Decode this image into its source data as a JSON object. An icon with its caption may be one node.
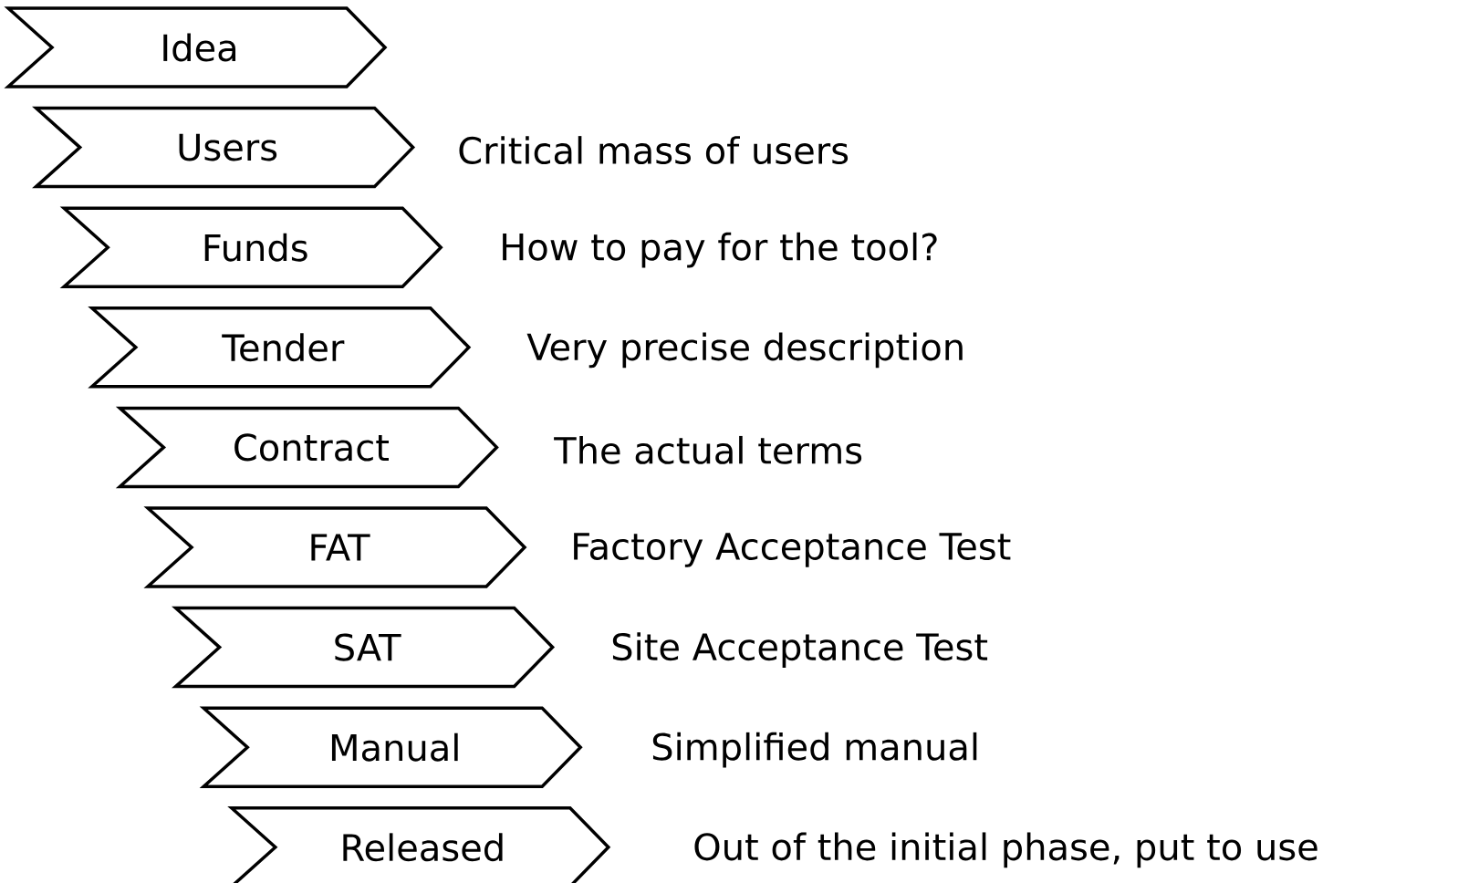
{
  "diagram": {
    "nodes": [
      {
        "text": [
          "Idea"
        ]
      },
      {
        "text": [
          "Users"
        ],
        "beside": [
          "Critical mass of users"
        ]
      },
      {
        "text": [
          "Funds"
        ],
        "beside": [
          "How to pay for the tool?"
        ]
      },
      {
        "text": [
          "Tender"
        ],
        "beside": [
          "Very precise description"
        ]
      },
      {
        "text": [
          "Contract"
        ],
        "beside": [
          "The actual terms"
        ]
      },
      {
        "text": [
          "FAT"
        ],
        "beside": [
          "Factory Acceptance Test"
        ]
      },
      {
        "text": [
          "SAT"
        ],
        "beside": [
          "Site Acceptance Test"
        ]
      },
      {
        "text": [
          "Manual"
        ],
        "beside": [
          "Simplified manual"
        ]
      },
      {
        "text": [
          "Released"
        ],
        "beside": [
          "Out of the initial phase, put to use"
        ]
      }
    ]
  }
}
